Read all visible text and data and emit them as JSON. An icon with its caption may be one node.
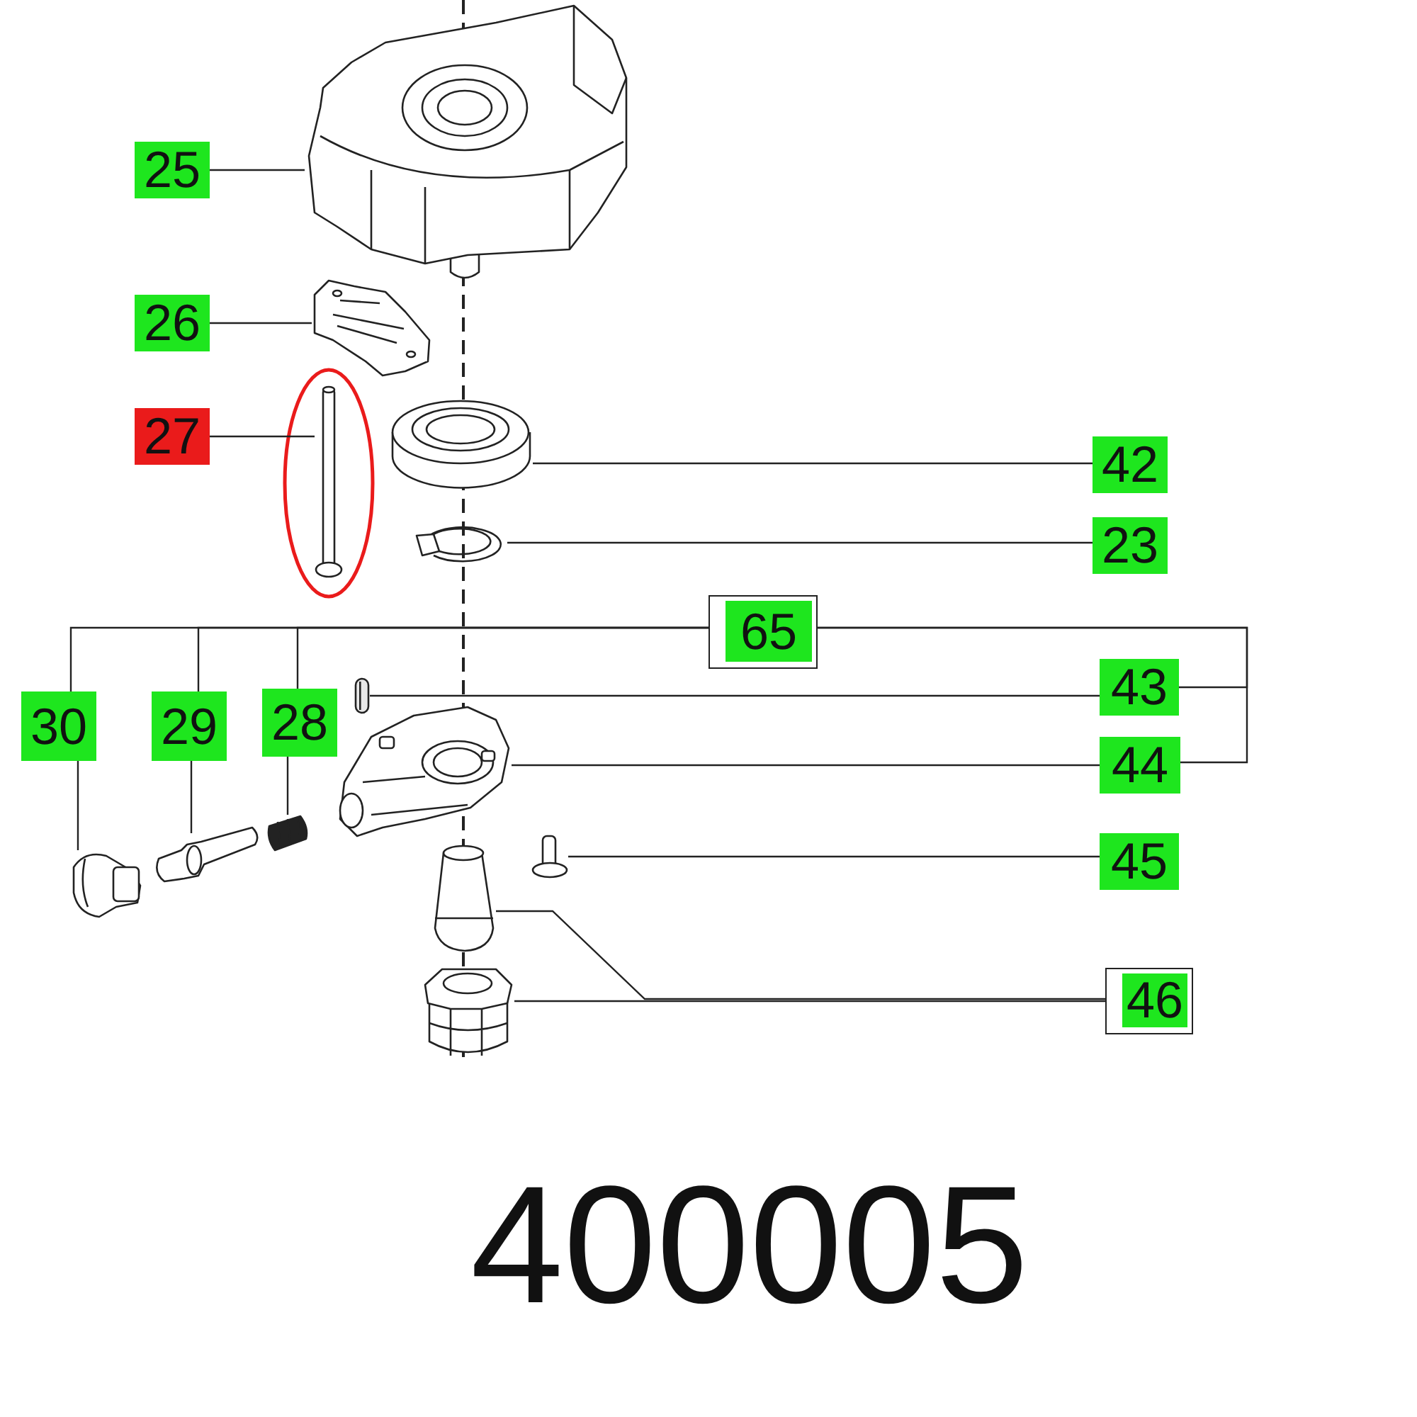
{
  "diagram": {
    "nodes": [
      {
        "text": [
          "25"
        ]
      },
      {
        "text": [],
        "shape": "picture"
      },
      {
        "text": [
          "26"
        ]
      },
      {
        "text": [],
        "shape": "picture"
      },
      {
        "text": [
          "27"
        ]
      },
      {
        "text": [],
        "shape": "picture"
      },
      {
        "text": [
          "42"
        ]
      },
      {
        "text": [],
        "shape": "picture"
      },
      {
        "text": [
          "23"
        ]
      },
      {
        "text": [],
        "shape": "picture"
      },
      {
        "text": [
          "65"
        ]
      },
      {
        "text": [
          "30"
        ]
      },
      {
        "text": [
          "29"
        ]
      },
      {
        "text": [
          "28"
        ]
      },
      {
        "text": [
          "43"
        ]
      },
      {
        "text": [
          "44"
        ]
      },
      {
        "text": [
          "45"
        ]
      },
      {
        "text": [
          "46"
        ]
      },
      {
        "text": [],
        "shape": "bar"
      },
      {
        "text": [],
        "shape": "picture"
      },
      {
        "text": [],
        "shape": "picture"
      },
      {
        "text": [],
        "shape": "picture"
      },
      {
        "text": [],
        "shape": "picture"
      },
      {
        "text": [],
        "shape": "picture"
      },
      {
        "text": [],
        "shape": "picture"
      },
      {
        "text": [],
        "shape": "picture"
      }
    ],
    "edges": [
      {
        "from": 0,
        "to": 1,
        "arrow": "none"
      },
      {
        "from": 2,
        "to": 3,
        "arrow": "none"
      },
      {
        "from": 4,
        "to": 5,
        "arrow": "none"
      },
      {
        "from": 6,
        "to": 7,
        "arrow": "none"
      },
      {
        "from": 8,
        "to": 9,
        "arrow": "none"
      },
      {
        "from": 10,
        "to": 11,
        "arrow": "none"
      },
      {
        "from": 10,
        "to": 12,
        "arrow": "none"
      },
      {
        "from": 10,
        "to": 13,
        "arrow": "none"
      },
      {
        "from": 10,
        "to": 14,
        "arrow": "none"
      },
      {
        "from": 10,
        "to": 15,
        "arrow": "none"
      },
      {
        "from": 14,
        "to": 18,
        "arrow": "none"
      },
      {
        "from": 15,
        "to": 19,
        "arrow": "none"
      },
      {
        "from": 16,
        "to": 20,
        "arrow": "none"
      },
      {
        "from": 17,
        "to": 21,
        "arrow": "none"
      },
      {
        "from": 17,
        "to": 22,
        "arrow": "none"
      },
      {
        "from": 11,
        "to": 23,
        "arrow": "none"
      },
      {
        "from": 12,
        "to": 24,
        "arrow": "none"
      },
      {
        "from": 13,
        "to": 25,
        "arrow": "none"
      }
    ],
    "labels": [
      "400005"
    ]
  }
}
